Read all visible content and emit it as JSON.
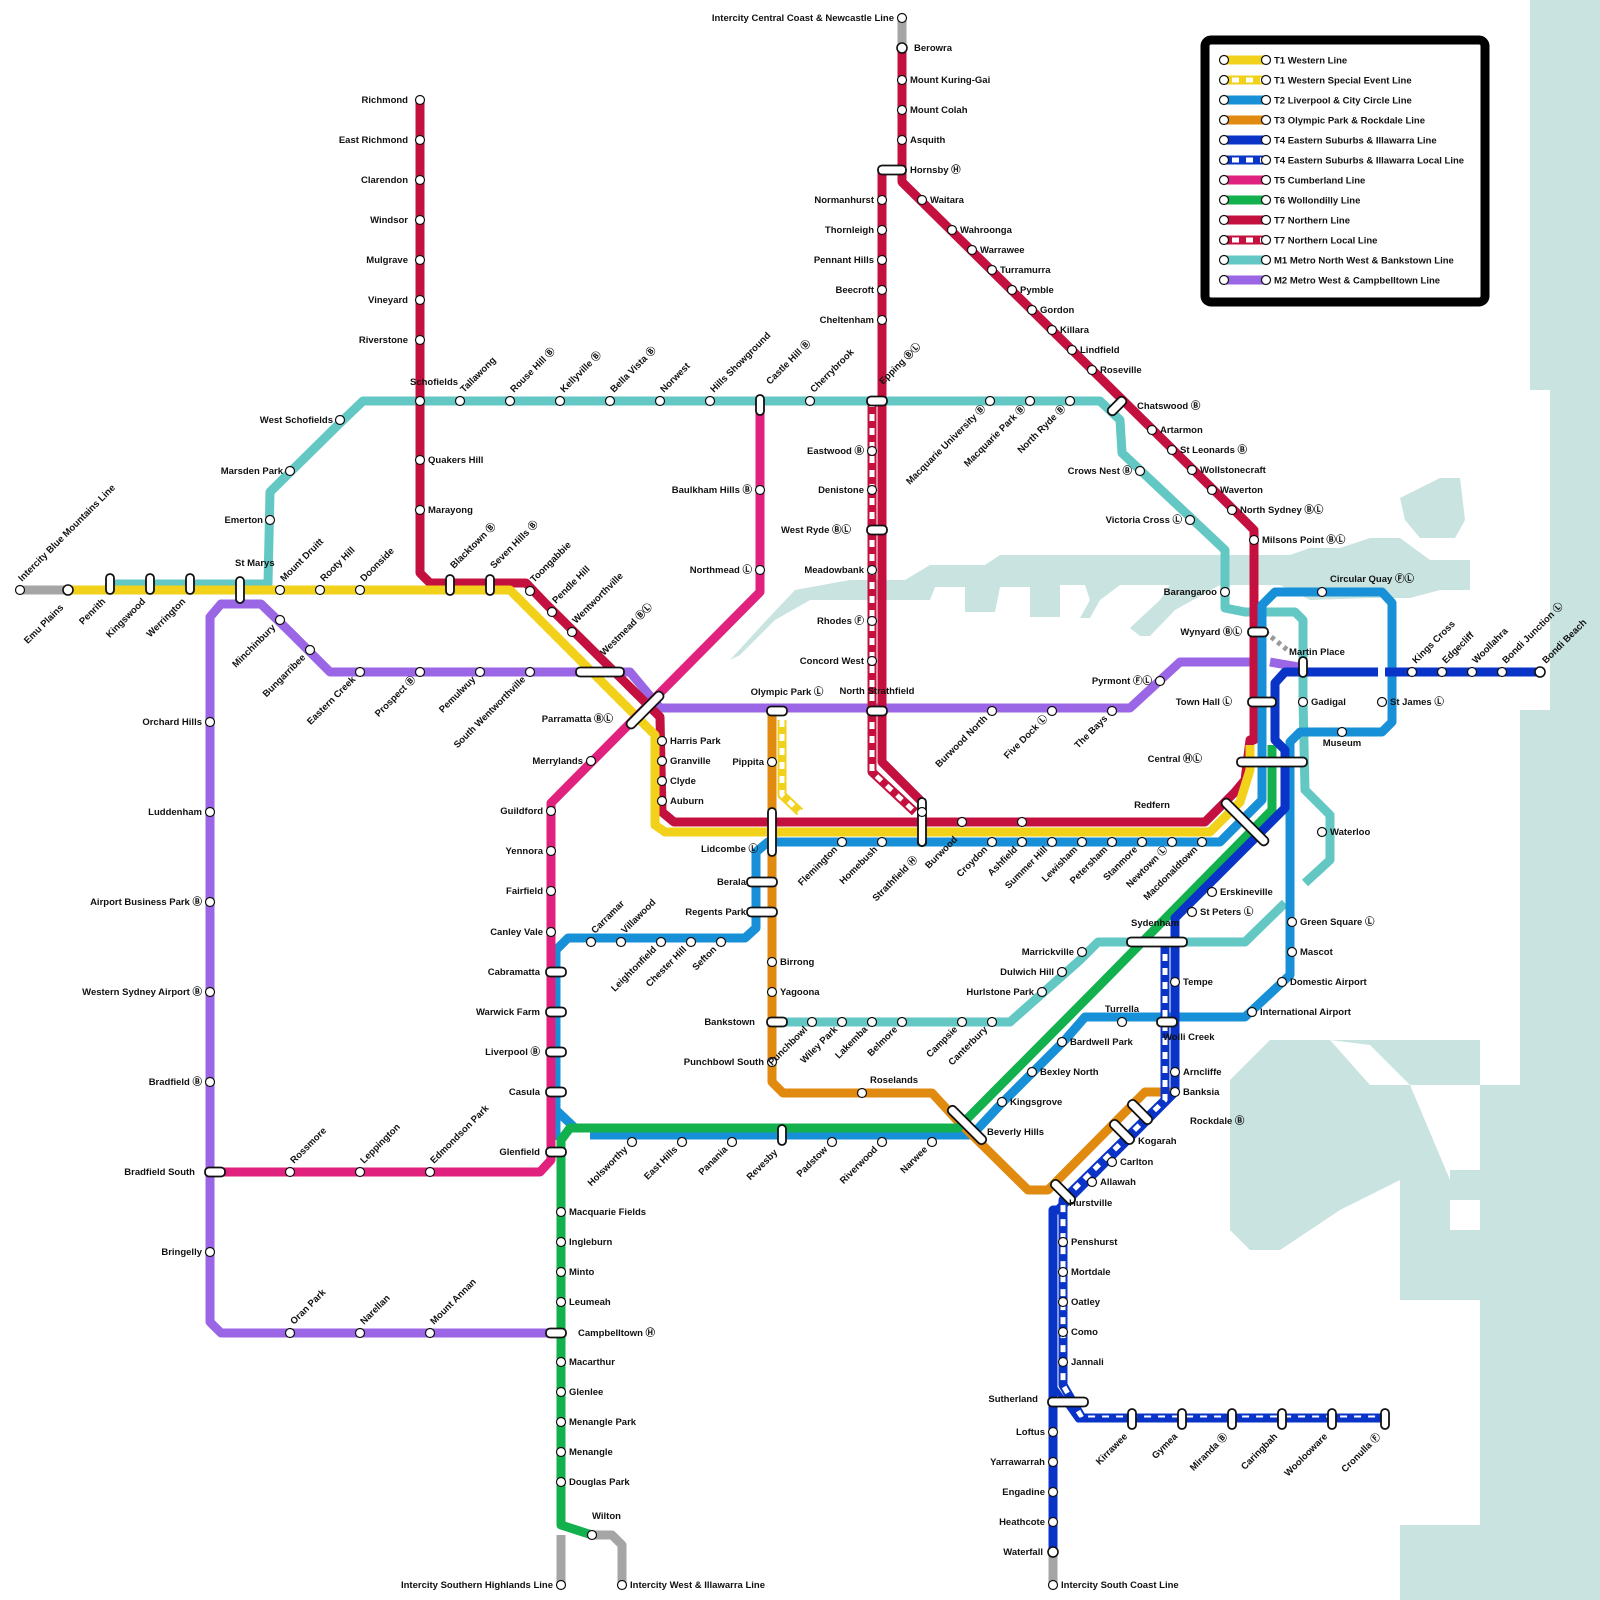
{
  "colors": {
    "water": "#c8e3e0",
    "T1": "#f2d11b",
    "T2": "#1790d8",
    "T3": "#e08a10",
    "T4": "#0a33c8",
    "T5": "#e0227e",
    "T6": "#13b04e",
    "T7": "#c4103f",
    "M1": "#63c7c4",
    "M2": "#9b66e6",
    "intercity": "#a5a5a5"
  },
  "legend": [
    {
      "line": "T1",
      "label": "T1 Western Line",
      "style": "solid"
    },
    {
      "line": "T1",
      "label": "T1 Western Special Event Line",
      "style": "dashed"
    },
    {
      "line": "T2",
      "label": "T2 Liverpool & City Circle Line",
      "style": "solid"
    },
    {
      "line": "T3",
      "label": "T3 Olympic Park & Rockdale Line",
      "style": "solid"
    },
    {
      "line": "T4",
      "label": "T4 Eastern Suburbs & Illawarra Line",
      "style": "solid"
    },
    {
      "line": "T4",
      "label": "T4 Eastern Suburbs & Illawarra Local Line",
      "style": "dashed"
    },
    {
      "line": "T5",
      "label": "T5 Cumberland Line",
      "style": "solid"
    },
    {
      "line": "T6",
      "label": "T6 Wollondilly Line",
      "style": "solid"
    },
    {
      "line": "T7",
      "label": "T7 Northern Line",
      "style": "solid"
    },
    {
      "line": "T7",
      "label": "T7 Northern Local Line",
      "style": "dashed"
    },
    {
      "line": "M1",
      "label": "M1 Metro North West & Bankstown Line",
      "style": "solid"
    },
    {
      "line": "M2",
      "label": "M2 Metro West & Campbelltown Line",
      "style": "solid"
    }
  ],
  "intercity": {
    "central_coast": "Intercity Central Coast & Newcastle Line",
    "blue_mountains": "Intercity Blue Mountains Line",
    "southern_highlands": "Intercity Southern Highlands Line",
    "west_illawarra": "Intercity West & Illawarra Line",
    "south_coast": "Intercity South Coast Line"
  },
  "stations": {
    "richmond": "Richmond",
    "east_richmond": "East Richmond",
    "clarendon": "Clarendon",
    "windsor": "Windsor",
    "mulgrave": "Mulgrave",
    "vineyard": "Vineyard",
    "riverstone": "Riverstone",
    "schofields": "Schofields",
    "quakers_hill": "Quakers Hill",
    "marayong": "Marayong",
    "west_schofields": "West Schofields",
    "marsden_park": "Marsden Park",
    "emerton": "Emerton",
    "st_marys": "St Marys",
    "emu_plains": "Emu Plains",
    "penrith": "Penrith",
    "kingswood": "Kingswood",
    "werrington": "Werrington",
    "mount_druitt": "Mount Druitt",
    "rooty_hill": "Rooty Hill",
    "doonside": "Doonside",
    "blacktown": "Blacktown Ⓑ",
    "seven_hills": "Seven Hills Ⓑ",
    "toongabbie": "Toongabbie",
    "pendle_hill": "Pendle Hill",
    "wentworthville": "Wentworthville",
    "westmead": "Westmead ⒷⓁ",
    "parramatta": "Parramatta ⒷⓁ",
    "tallawong": "Tallawong",
    "rouse_hill": "Rouse Hill Ⓑ",
    "kellyville": "Kellyville Ⓑ",
    "bella_vista": "Bella Vista Ⓑ",
    "norwest": "Norwest",
    "hills_showground": "Hills Showground",
    "castle_hill": "Castle Hill Ⓑ",
    "cherrybrook": "Cherrybrook",
    "epping": "Epping ⒷⓁ",
    "macquarie_university": "Macquarie University Ⓑ",
    "macquarie_park": "Macquarie Park Ⓑ",
    "north_ryde": "North Ryde Ⓑ",
    "chatswood": "Chatswood Ⓑ",
    "crows_nest": "Crows Nest Ⓑ",
    "victoria_cross": "Victoria Cross Ⓛ",
    "barangaroo": "Barangaroo",
    "berowra": "Berowra",
    "mount_kuring_gai": "Mount Kuring-Gai",
    "mount_colah": "Mount Colah",
    "asquith": "Asquith",
    "hornsby": "Hornsby Ⓗ",
    "waitara": "Waitara",
    "wahroonga": "Wahroonga",
    "warrawee": "Warrawee",
    "turramurra": "Turramurra",
    "pymble": "Pymble",
    "gordon": "Gordon",
    "killara": "Killara",
    "lindfield": "Lindfield",
    "roseville": "Roseville",
    "artarmon": "Artarmon",
    "st_leonards": "St Leonards Ⓑ",
    "wollstonecraft": "Wollstonecraft",
    "waverton": "Waverton",
    "north_sydney": "North Sydney ⒷⓁ",
    "milsons_point": "Milsons Point ⒷⓁ",
    "normanhurst": "Normanhurst",
    "thornleigh": "Thornleigh",
    "pennant_hills": "Pennant Hills",
    "beecroft": "Beecroft",
    "cheltenham": "Cheltenham",
    "eastwood": "Eastwood Ⓑ",
    "denistone": "Denistone",
    "west_ryde": "West Ryde ⒷⓁ",
    "meadowbank": "Meadowbank",
    "rhodes": "Rhodes Ⓕ",
    "concord_west": "Concord West",
    "north_strathfield": "North Strathfield",
    "olympic_park": "Olympic Park Ⓛ",
    "pippita": "Pippita",
    "baulkham_hills": "Baulkham Hills Ⓑ",
    "northmead": "Northmead Ⓛ",
    "harris_park": "Harris Park",
    "granville": "Granville",
    "clyde": "Clyde",
    "auburn": "Auburn",
    "merrylands": "Merrylands",
    "guildford": "Guildford",
    "yennora": "Yennora",
    "fairfield": "Fairfield",
    "canley_vale": "Canley Vale",
    "cabramatta": "Cabramatta",
    "warwick_farm": "Warwick Farm",
    "liverpool": "Liverpool Ⓑ",
    "casula": "Casula",
    "glenfield": "Glenfield",
    "lidcombe": "Lidcombe Ⓛ",
    "berala": "Berala",
    "regents_park": "Regents Park",
    "carramar": "Carramar",
    "villawood": "Villawood",
    "leightonfield": "Leightonfield",
    "chester_hill": "Chester Hill",
    "sefton": "Sefton",
    "birrong": "Birrong",
    "yagoona": "Yagoona",
    "bankstown": "Bankstown",
    "punchbowl_south": "Punchbowl South",
    "roselands": "Roselands",
    "flemington": "Flemington",
    "homebush": "Homebush",
    "strathfield": "Strathfield Ⓗ",
    "burwood": "Burwood",
    "croydon": "Croydon",
    "ashfield": "Ashfield",
    "summer_hill": "Summer Hill",
    "lewisham": "Lewisham",
    "petersham": "Petersham",
    "stanmore": "Stanmore",
    "newtown": "Newtown Ⓛ",
    "macdonaldtown": "Macdonaldtown",
    "redfern": "Redfern",
    "central": "Central ⒽⓁ",
    "town_hall": "Town Hall Ⓛ",
    "wynyard": "Wynyard ⒷⓁ",
    "circular_quay": "Circular Quay ⒻⓁ",
    "martin_place": "Martin Place",
    "st_james": "St James Ⓛ",
    "museum": "Museum",
    "gadigal": "Gadigal",
    "pyrmont": "Pyrmont ⒻⓁ",
    "the_bays": "The Bays",
    "five_dock": "Five Dock Ⓛ",
    "burwood_north": "Burwood North",
    "kings_cross": "Kings Cross",
    "edgecliff": "Edgecliff",
    "woollahra": "Woollahra",
    "bondi_junction": "Bondi Junction Ⓛ",
    "bondi_beach": "Bondi Beach",
    "waterloo": "Waterloo",
    "green_square": "Green Square Ⓛ",
    "mascot": "Mascot",
    "domestic_airport": "Domestic Airport",
    "international_airport": "International Airport",
    "erskineville": "Erskineville",
    "st_peters": "St Peters Ⓛ",
    "sydenham": "Sydenham",
    "tempe": "Tempe",
    "wolli_creek": "Wolli Creek",
    "turrella": "Turrella",
    "bardwell_park": "Bardwell Park",
    "bexley_north": "Bexley North",
    "kingsgrove": "Kingsgrove",
    "beverly_hills": "Beverly Hills",
    "arncliffe": "Arncliffe",
    "banksia": "Banksia",
    "rockdale": "Rockdale Ⓑ",
    "kogarah": "Kogarah",
    "carlton": "Carlton",
    "allawah": "Allawah",
    "hurstville": "Hurstville",
    "penshurst": "Penshurst",
    "mortdale": "Mortdale",
    "oatley": "Oatley",
    "como": "Como",
    "jannali": "Jannali",
    "sutherland": "Sutherland",
    "loftus": "Loftus",
    "yarrawarrah": "Yarrawarrah",
    "engadine": "Engadine",
    "heathcote": "Heathcote",
    "waterfall": "Waterfall",
    "kirrawee": "Kirrawee",
    "gymea": "Gymea",
    "miranda": "Miranda Ⓑ",
    "caringbah": "Caringbah",
    "woolooware": "Woolooware",
    "cronulla": "Cronulla Ⓕ",
    "marrickville": "Marrickville",
    "dulwich_hill": "Dulwich Hill",
    "hurlstone_park": "Hurlstone Park",
    "canterbury": "Canterbury",
    "campsie": "Campsie",
    "belmore": "Belmore",
    "lakemba": "Lakemba",
    "wiley_park": "Wiley Park",
    "punchbowl": "Punchbowl",
    "holsworthy": "Holsworthy",
    "east_hills": "East Hills",
    "panania": "Panania",
    "revesby": "Revesby",
    "padstow": "Padstow",
    "riverwood": "Riverwood",
    "narwee": "Narwee",
    "macquarie_fields": "Macquarie Fields",
    "ingleburn": "Ingleburn",
    "minto": "Minto",
    "leumeah": "Leumeah",
    "campbelltown": "Campbelltown Ⓗ",
    "macarthur": "Macarthur",
    "glenlee": "Glenlee",
    "menangle_park": "Menangle Park",
    "menangle": "Menangle",
    "douglas_park": "Douglas Park",
    "wilton": "Wilton",
    "minchinbury": "Minchinbury",
    "bungarribee": "Bungarribee",
    "eastern_creek": "Eastern Creek",
    "prospect": "Prospect Ⓑ",
    "pemulwuy": "Pemulwuy",
    "south_wentworthville": "South Wentworthville",
    "orchard_hills": "Orchard Hills",
    "luddenham": "Luddenham",
    "airport_business_park": "Airport Business Park Ⓑ",
    "western_sydney_airport": "Western Sydney Airport Ⓑ",
    "bradfield": "Bradfield Ⓑ",
    "bradfield_south": "Bradfield South",
    "bringelly": "Bringelly",
    "rossmore": "Rossmore",
    "leppington": "Leppington",
    "edmondson_park": "Edmondson Park",
    "oran_park": "Oran Park",
    "narellan": "Narellan",
    "mount_annan": "Mount Annan"
  }
}
